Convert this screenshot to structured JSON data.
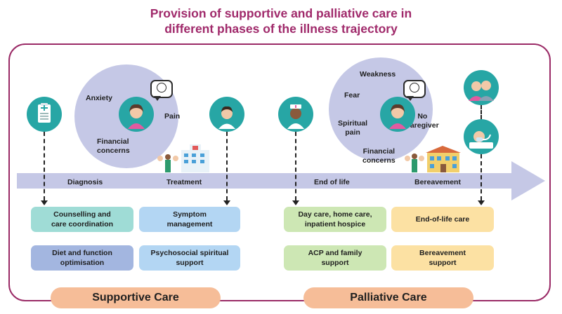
{
  "title": {
    "line1": "Provision of supportive and palliative care in",
    "line2": "different phases of the illness trajectory"
  },
  "colors": {
    "title": "#a02a6b",
    "frame": "#9a2a66",
    "bubble": "#c5c8e6",
    "arrow": "#c5c8e6",
    "teal": "#27a6a5",
    "pill": "#f6bd98"
  },
  "left_bubble": {
    "anxiety": "Anxiety",
    "pain": "Pain",
    "financial_line1": "Financial",
    "financial_line2": "concerns"
  },
  "right_bubble": {
    "weakness": "Weakness",
    "fear": "Fear",
    "spiritual_line1": "Spiritual",
    "spiritual_line2": "pain",
    "no_caregiver_line1": "No",
    "no_caregiver_line2": "caregiver",
    "financial_line1": "Financial",
    "financial_line2": "concerns"
  },
  "phases": {
    "diagnosis": "Diagnosis",
    "treatment": "Treatment",
    "end_of_life": "End of life",
    "bereavement": "Bereavement"
  },
  "icons": [
    "clipboard-icon",
    "patient-icon",
    "doctor-icon",
    "nurse-icon",
    "family-icon",
    "ventilator-patient-icon",
    "hospital-icon",
    "hospice-icon",
    "speech-bubble-sad-icon"
  ],
  "boxes": {
    "counselling_line1": "Counselling and",
    "counselling_line2": "care coordination",
    "diet_line1": "Diet and function",
    "diet_line2": "optimisation",
    "symptom_line1": "Symptom",
    "symptom_line2": "management",
    "psychosocial_line1": "Psychosocial spiritual",
    "psychosocial_line2": "support",
    "daycare_line1": "Day care, home care,",
    "daycare_line2": "inpatient hospice",
    "acp_line1": "ACP and family",
    "acp_line2": "support",
    "eol_care": "End-of-life care",
    "bereavement_line1": "Bereavement",
    "bereavement_line2": "support"
  },
  "footer": {
    "supportive": "Supportive Care",
    "palliative": "Palliative Care"
  }
}
